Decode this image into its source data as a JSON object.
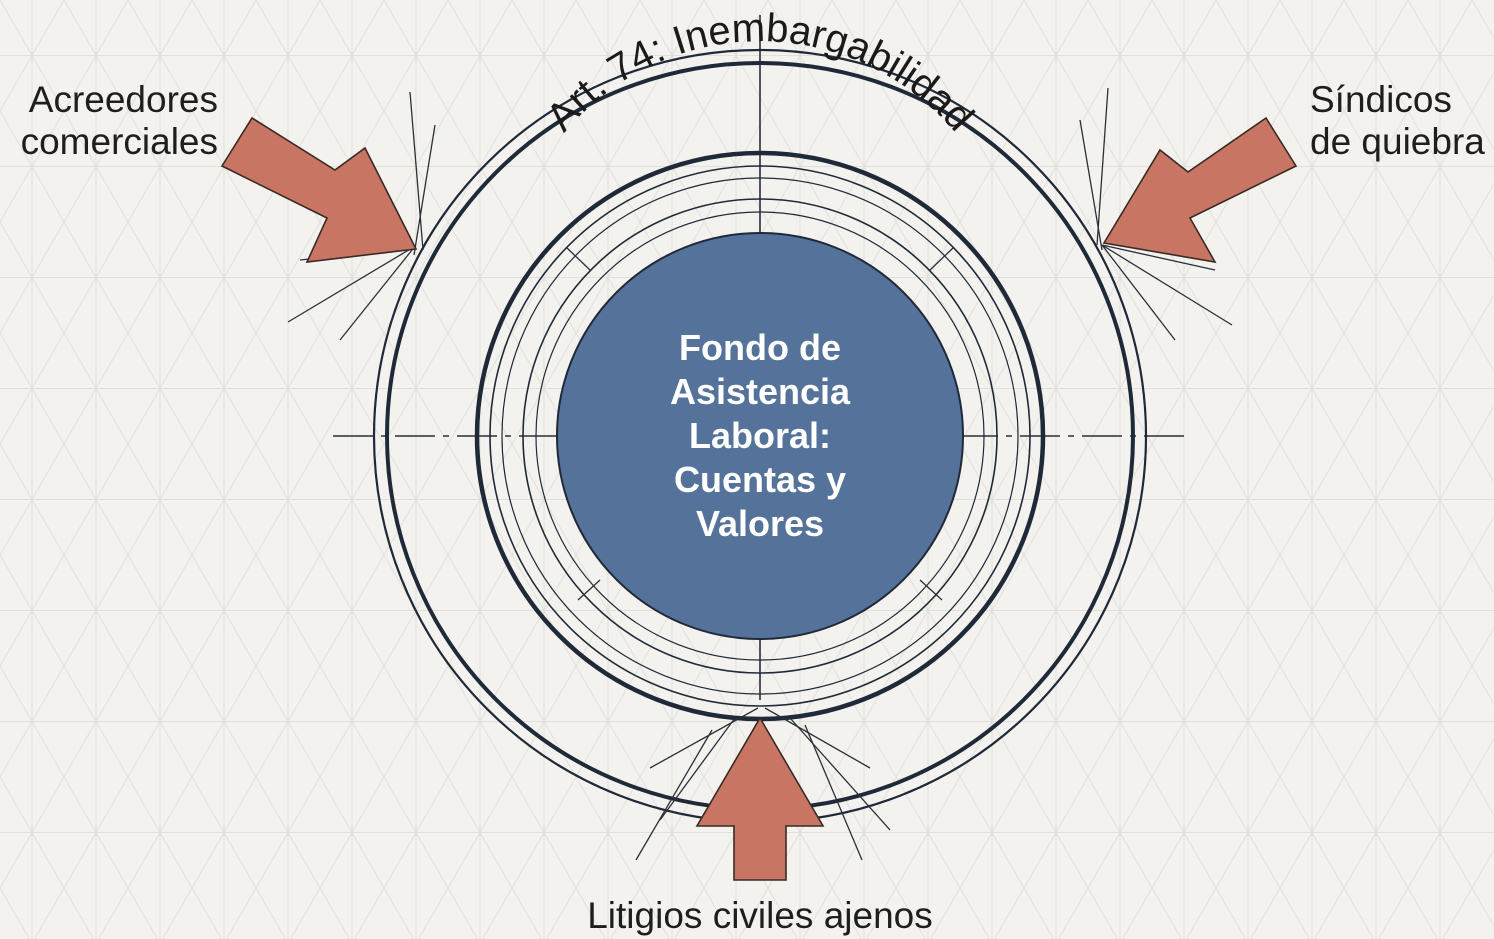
{
  "core": {
    "lines": [
      "Fondo de",
      "Asistencia",
      "Laboral:",
      "Cuentas y",
      "Valores"
    ],
    "fill": "#55739a"
  },
  "ring_label": "Art. 74: Inembargabilidad",
  "pressures": {
    "left": {
      "lines": [
        "Acreedores",
        "comerciales"
      ]
    },
    "right": {
      "lines": [
        "Síndicos",
        "de quiebra"
      ]
    },
    "bottom": {
      "lines": [
        "Litigios civiles ajenos"
      ]
    },
    "arrow_color": "#c87563"
  },
  "colors": {
    "background": "#f3f2ee",
    "grid": "#dcdcd6",
    "ink": "#1f2937"
  }
}
